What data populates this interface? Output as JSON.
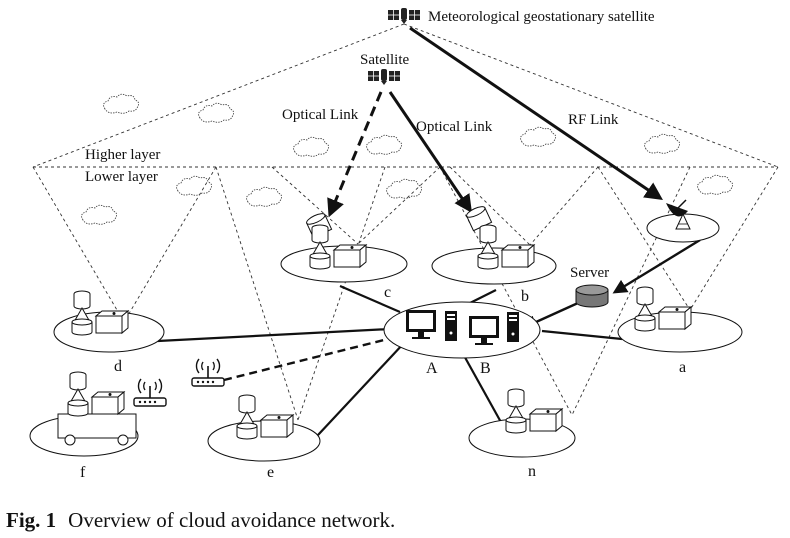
{
  "figure": {
    "labels": {
      "meteo_satellite": "Meteorological geostationary satellite",
      "satellite": "Satellite",
      "optical_link_1": "Optical Link",
      "optical_link_2": "Optical Link",
      "rf_link": "RF Link",
      "higher_layer": "Higher layer",
      "lower_layer": "Lower layer",
      "server": "Server"
    },
    "nodes": {
      "a": "a",
      "b": "b",
      "c": "c",
      "d": "d",
      "e": "e",
      "f": "f",
      "n": "n",
      "A": "A",
      "B": "B"
    },
    "caption": {
      "number": "Fig. 1",
      "text": "Overview of cloud avoidance network."
    }
  },
  "icons": [
    "satellite-icon",
    "ground-station-icon",
    "cloud-icon",
    "computer-icon",
    "server-icon",
    "wifi-router-icon",
    "vehicle-icon"
  ]
}
